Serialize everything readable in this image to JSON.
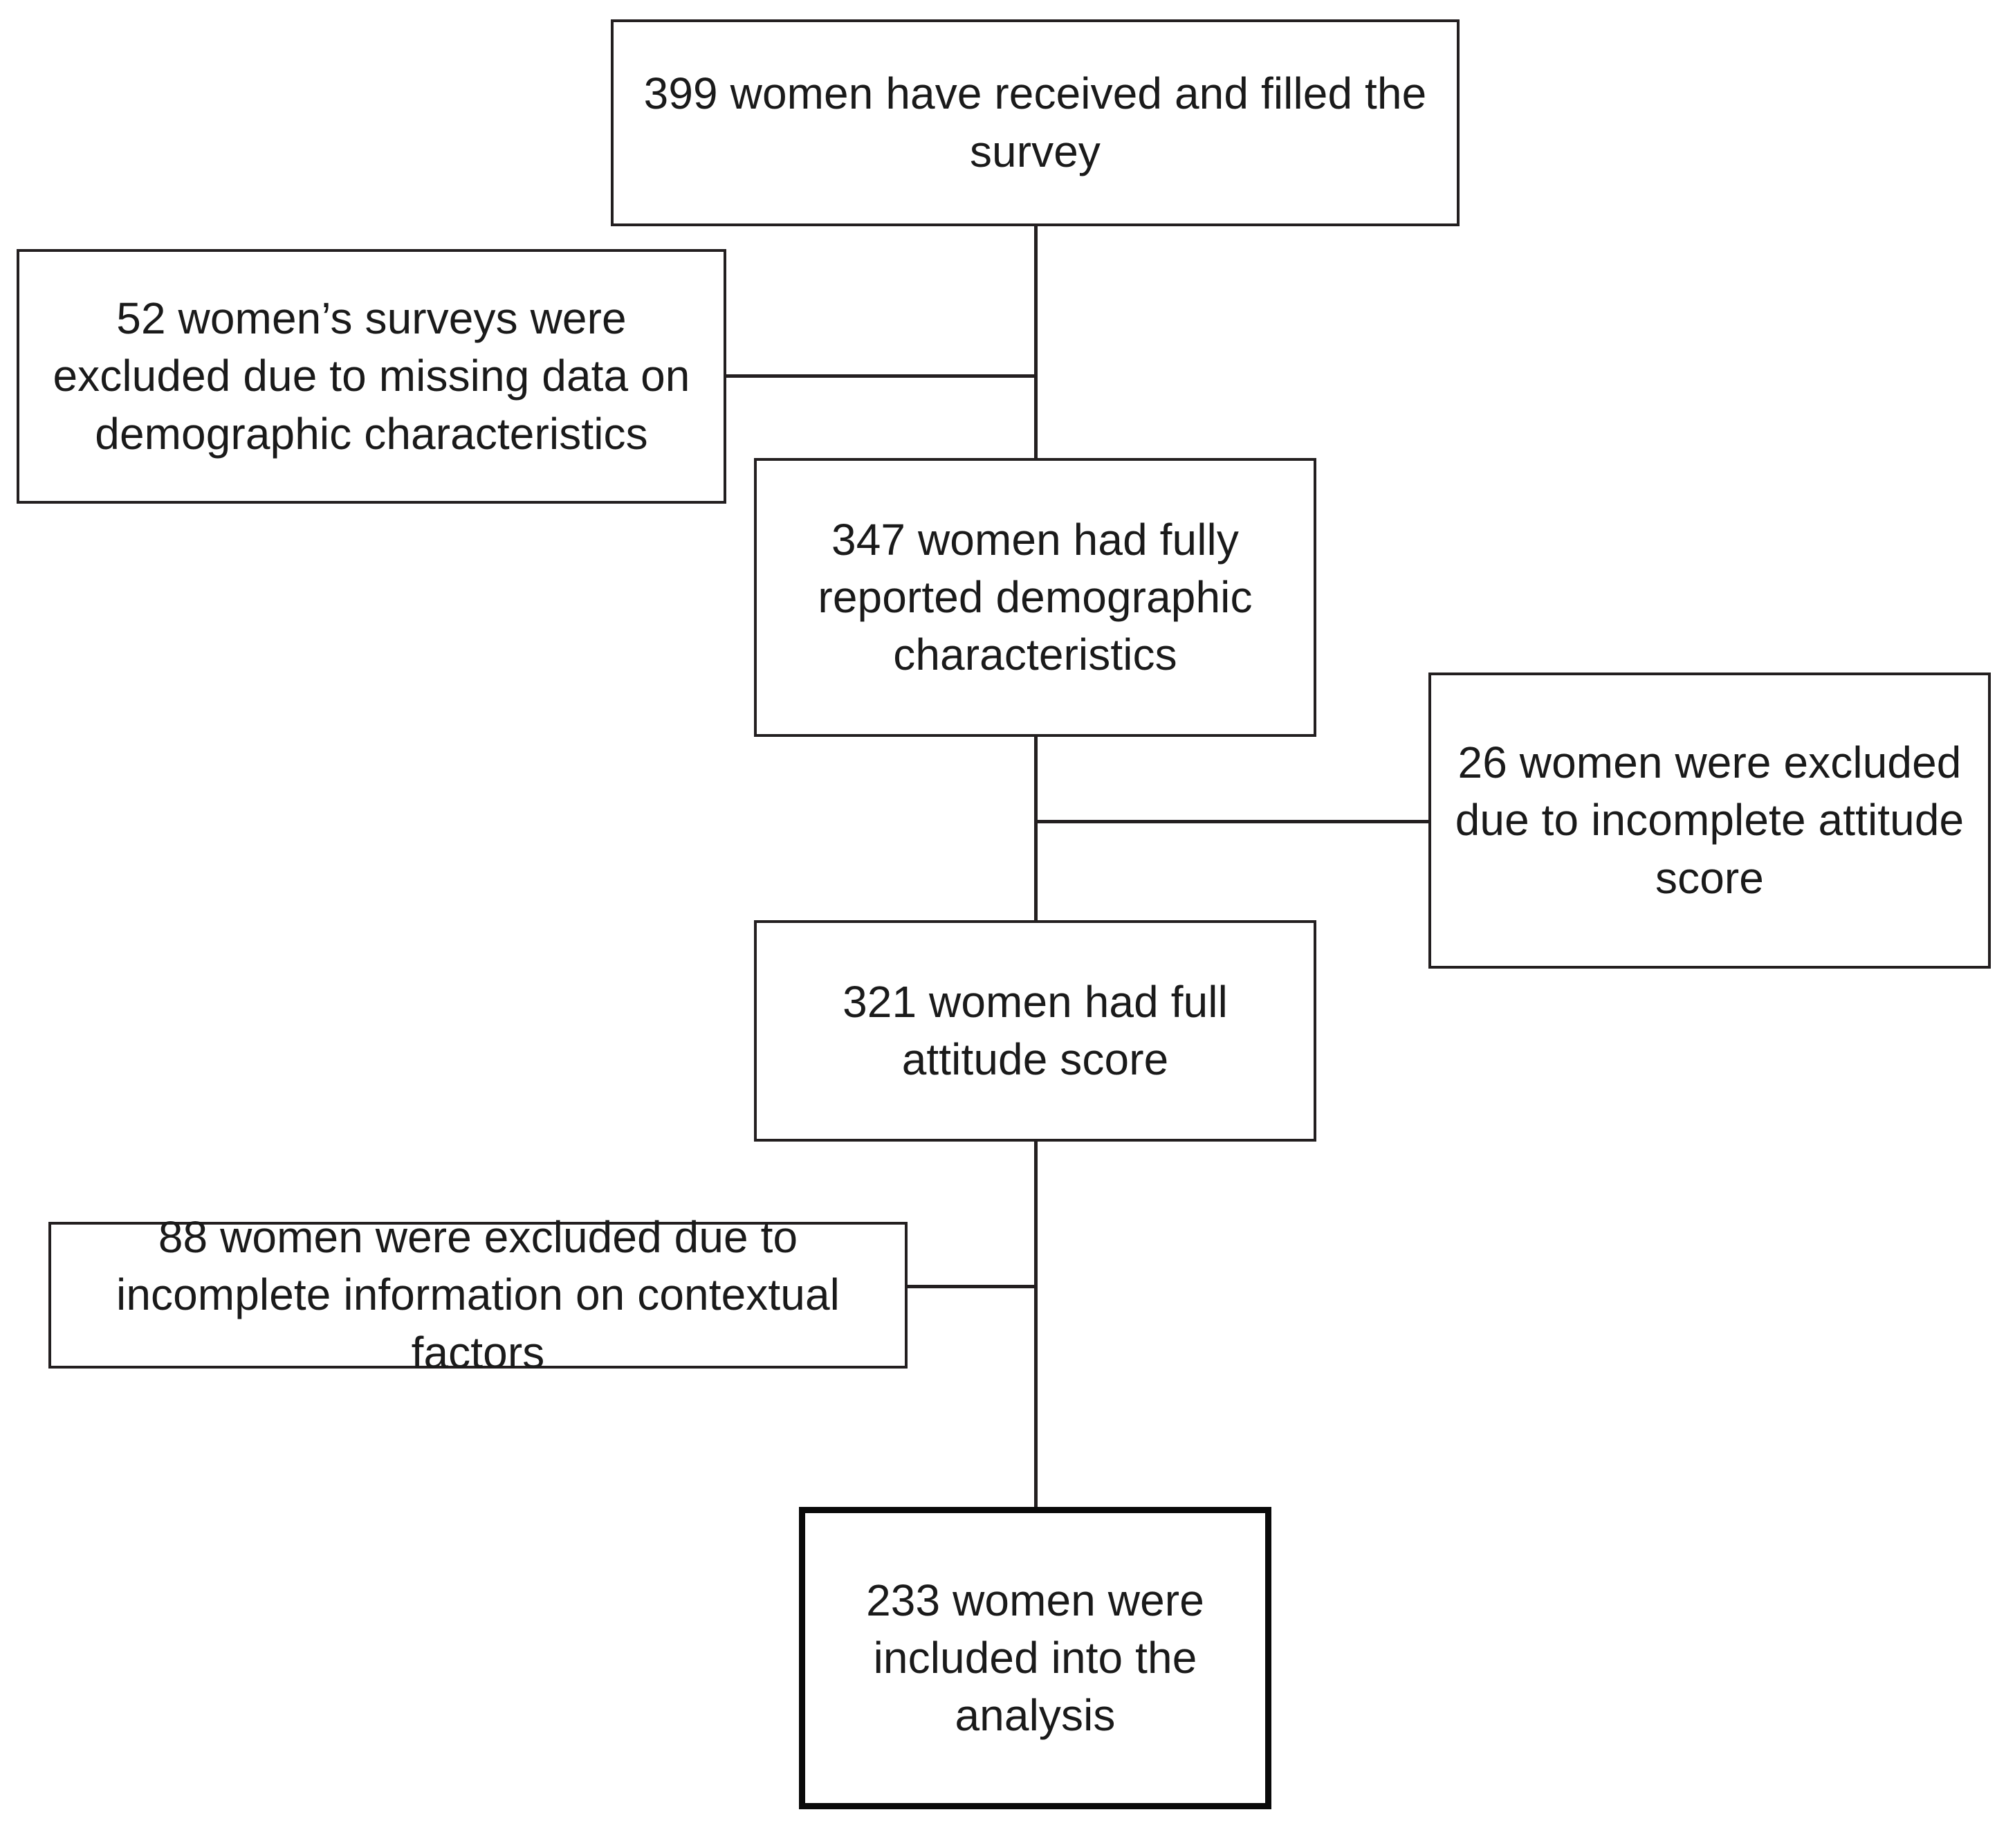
{
  "diagram": {
    "title": "Participant flow diagram",
    "type": "flowchart",
    "background_color": "#ffffff",
    "line_color": "#231f20",
    "text_color": "#1a1a1a",
    "nodes": [
      {
        "id": "received",
        "label": "399 women have received and filled the survey",
        "count": 399,
        "kind": "enrolled",
        "emphasis": false
      },
      {
        "id": "excluded_demographics",
        "label": "52 women’s surveys were excluded due to missing data on demographic characteristics",
        "count": 52,
        "kind": "excluded",
        "emphasis": false
      },
      {
        "id": "demographics",
        "label": "347 women had fully reported demographic characteristics",
        "count": 347,
        "kind": "retained",
        "emphasis": false
      },
      {
        "id": "excluded_attitude",
        "label": "26 women were excluded due to incomplete attitude score",
        "count": 26,
        "kind": "excluded",
        "emphasis": false
      },
      {
        "id": "attitude",
        "label": "321 women had full attitude score",
        "count": 321,
        "kind": "retained",
        "emphasis": false
      },
      {
        "id": "excluded_contextual",
        "label": "88 women were excluded due to incomplete information on contextual factors",
        "count": 88,
        "kind": "excluded",
        "emphasis": false
      },
      {
        "id": "included",
        "label": "233 women were included into the analysis",
        "count": 233,
        "kind": "included",
        "emphasis": true
      }
    ],
    "edges": [
      {
        "from": "received",
        "to": "demographics",
        "style": "vertical"
      },
      {
        "from": "received",
        "to": "excluded_demographics",
        "style": "branch-left"
      },
      {
        "from": "demographics",
        "to": "attitude",
        "style": "vertical"
      },
      {
        "from": "demographics",
        "to": "excluded_attitude",
        "style": "branch-right"
      },
      {
        "from": "attitude",
        "to": "included",
        "style": "vertical"
      },
      {
        "from": "attitude",
        "to": "excluded_contextual",
        "style": "branch-left"
      }
    ]
  }
}
